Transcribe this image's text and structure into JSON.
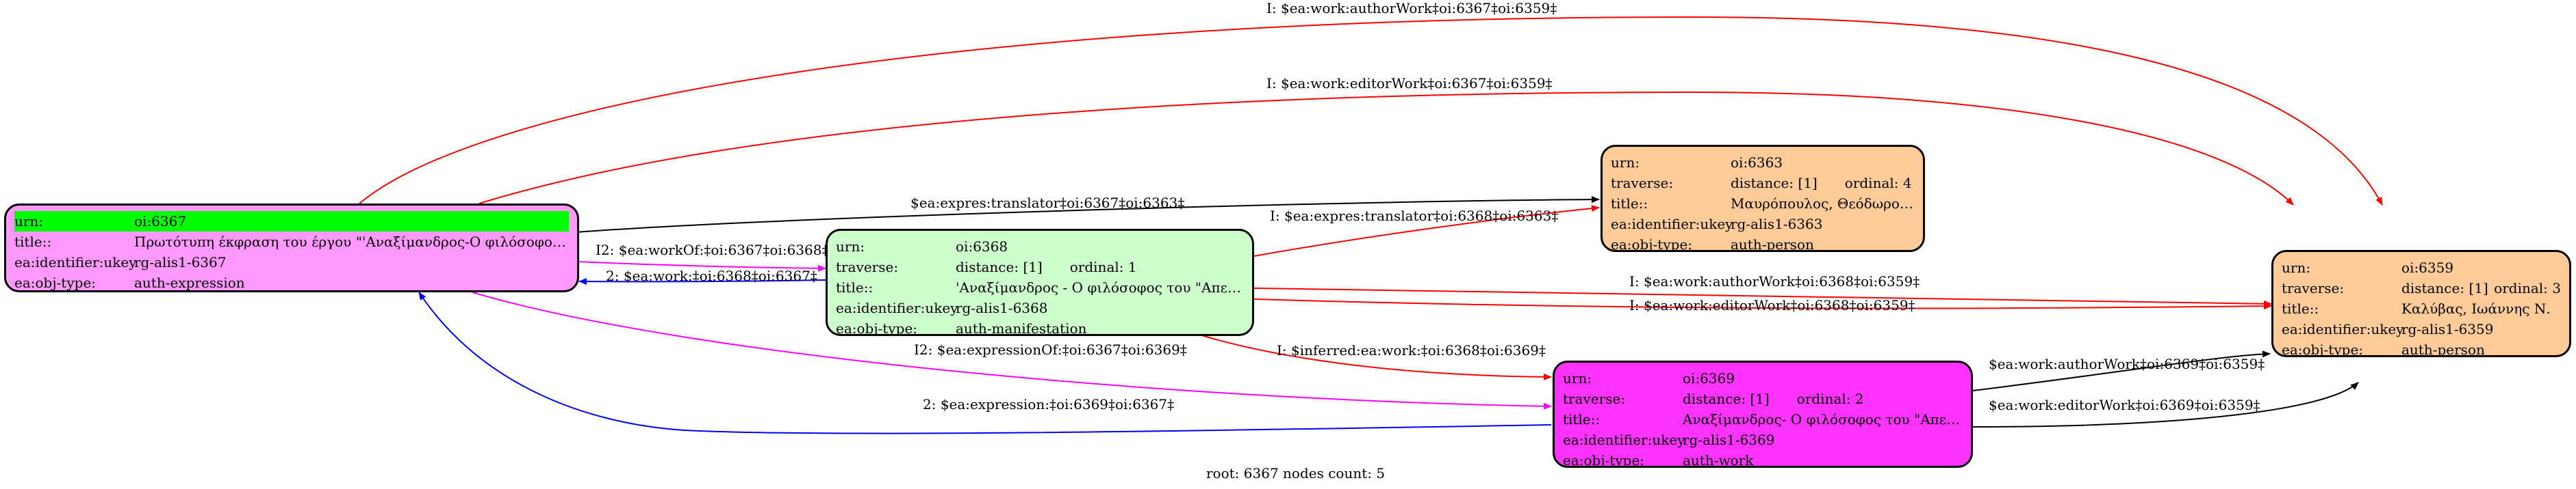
{
  "colors": {
    "black": "#000000",
    "red": "#ff0000",
    "blue": "#0000ff",
    "magenta": "#ff00ff",
    "node_6367": "#ff99ff",
    "node_6368": "#ccffcc",
    "node_6363": "#ffcc99",
    "node_6359": "#ffcc99",
    "node_6369": "#ff33ff",
    "highlight": "#00ff00"
  },
  "nodes": {
    "n6367": {
      "rows": [
        {
          "k": "urn:",
          "v": "oi:6367"
        },
        {
          "k": "title::",
          "v": "Πρωτότυπη έκφραση του έργου \"'Αναξίμανδρος-Ο φιλόσοφος του..."
        },
        {
          "k": "ea:identifier:ukey",
          "v": "rg-alis1-6367"
        },
        {
          "k": "ea:obj-type:",
          "v": "auth-expression"
        }
      ]
    },
    "n6368": {
      "rows": [
        {
          "k": "urn:",
          "v": "oi:6368"
        },
        {
          "k": "traverse:",
          "v": "distance: [1]",
          "v2": "ordinal: 1"
        },
        {
          "k": "title::",
          "v": "'Αναξίμανδρος - Ο φιλόσοφος του \"Απείρου\""
        },
        {
          "k": "ea:identifier:ukey",
          "v": "rg-alis1-6368"
        },
        {
          "k": "ea:obj-type:",
          "v": "auth-manifestation"
        }
      ]
    },
    "n6363": {
      "rows": [
        {
          "k": "urn:",
          "v": "oi:6363"
        },
        {
          "k": "traverse:",
          "v": "distance: [1]",
          "v2": "ordinal: 4"
        },
        {
          "k": "title::",
          "v": "Μαυρόπουλος, Θεόδωρος Γ."
        },
        {
          "k": "ea:identifier:ukey",
          "v": "rg-alis1-6363"
        },
        {
          "k": "ea:obj-type:",
          "v": "auth-person"
        }
      ]
    },
    "n6359": {
      "rows": [
        {
          "k": "urn:",
          "v": "oi:6359"
        },
        {
          "k": "traverse:",
          "v": "distance: [1]",
          "v2": "ordinal: 3"
        },
        {
          "k": "title::",
          "v": "Καλύβας, Ιωάννης Ν."
        },
        {
          "k": "ea:identifier:ukey",
          "v": "rg-alis1-6359"
        },
        {
          "k": "ea:obj-type:",
          "v": "auth-person"
        }
      ]
    },
    "n6369": {
      "rows": [
        {
          "k": "urn:",
          "v": "oi:6369"
        },
        {
          "k": "traverse:",
          "v": "distance: [1]",
          "v2": "ordinal: 2"
        },
        {
          "k": "title::",
          "v": "Αναξίμανδρος- Ο φιλόσοφος του \"Απείρου\""
        },
        {
          "k": "ea:identifier:ukey",
          "v": "rg-alis1-6369"
        },
        {
          "k": "ea:obj-type:",
          "v": "auth-work"
        }
      ]
    }
  },
  "edges": [
    {
      "id": "e1",
      "label": "I: $ea:work:authorWork‡oi:6367‡oi:6359‡",
      "color": "red"
    },
    {
      "id": "e2",
      "label": "I: $ea:work:editorWork‡oi:6367‡oi:6359‡",
      "color": "red"
    },
    {
      "id": "e3",
      "label": "$ea:expres:translator‡oi:6367‡oi:6363‡",
      "color": "black"
    },
    {
      "id": "e4",
      "label": "I2: $ea:workOf:‡oi:6367‡oi:6368‡",
      "color": "magenta"
    },
    {
      "id": "e5",
      "label": "2: $ea:work:‡oi:6368‡oi:6367‡",
      "color": "blue"
    },
    {
      "id": "e6",
      "label": "I: $ea:expres:translator‡oi:6368‡oi:6363‡",
      "color": "red"
    },
    {
      "id": "e7",
      "label": "I: $ea:work:authorWork‡oi:6368‡oi:6359‡",
      "color": "red"
    },
    {
      "id": "e8",
      "label": "I: $ea:work:editorWork‡oi:6368‡oi:6359‡",
      "color": "red"
    },
    {
      "id": "e9",
      "label": "I: $inferred:ea:work:‡oi:6368‡oi:6369‡",
      "color": "red"
    },
    {
      "id": "e10",
      "label": "I2: $ea:expressionOf:‡oi:6367‡oi:6369‡",
      "color": "magenta"
    },
    {
      "id": "e11",
      "label": "2: $ea:expression:‡oi:6369‡oi:6367‡",
      "color": "blue"
    },
    {
      "id": "e12",
      "label": "$ea:work:authorWork‡oi:6369‡oi:6359‡",
      "color": "black"
    },
    {
      "id": "e13",
      "label": "$ea:work:editorWork‡oi:6369‡oi:6359‡",
      "color": "black"
    }
  ],
  "footer": "root: 6367 nodes count: 5"
}
